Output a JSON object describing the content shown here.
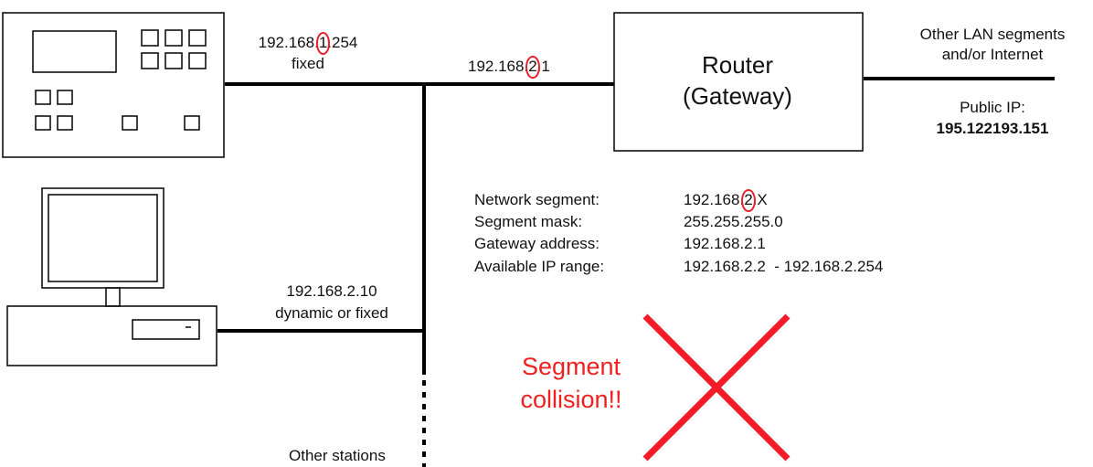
{
  "devices": {
    "router": {
      "line1": "Router",
      "line2": "(Gateway)"
    }
  },
  "labels": {
    "device1_ip_prefix": "192.168.",
    "device1_ip_octet": "1",
    "device1_ip_suffix": ".254",
    "device1_mode": "fixed",
    "router_ip_prefix": "192.168.",
    "router_ip_octet": "2",
    "router_ip_suffix": ".1",
    "other_lan_1": "Other LAN segments",
    "other_lan_2": "and/or Internet",
    "public_ip_label": "Public IP:",
    "public_ip_value": "195.122193.151",
    "pc_ip": "192.168.2.10",
    "pc_mode": "dynamic or fixed",
    "other_stations": "Other stations"
  },
  "segment_info": {
    "rows": [
      {
        "label": "Network segment:",
        "value_prefix": "192.168.",
        "value_octet": "2",
        "value_suffix": ".X"
      },
      {
        "label": "Segment mask:",
        "value": "255.255.255.0"
      },
      {
        "label": "Gateway address:",
        "value": "192.168.2.1"
      },
      {
        "label": "Available IP range:",
        "value": "192.168.2.2  - 192.168.2.254"
      }
    ]
  },
  "warning": {
    "line1": "Segment",
    "line2": "collision!!"
  },
  "colors": {
    "highlight": "#e8202a",
    "warning_text": "#f02020",
    "cross": "#f21b2a",
    "line": "#000000"
  }
}
